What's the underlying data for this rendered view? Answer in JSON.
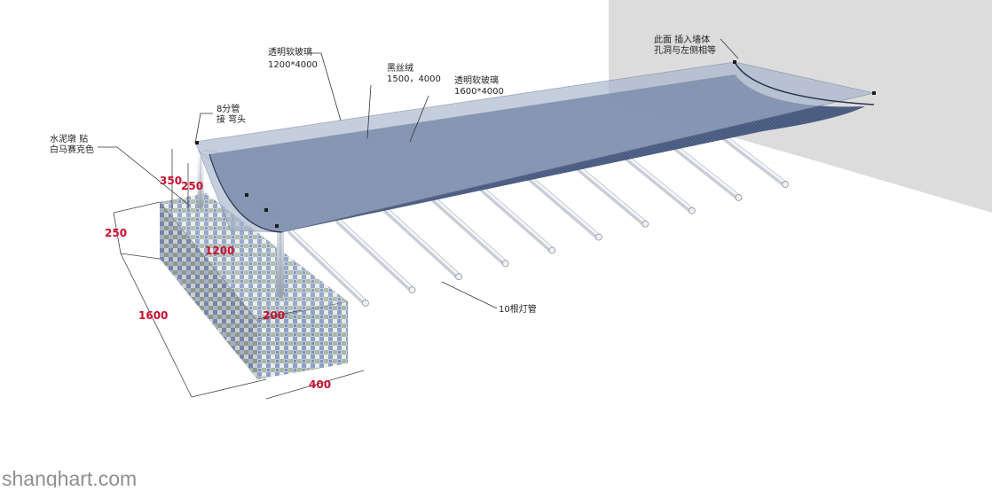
{
  "annotations": {
    "clear_film_1": [
      "透明软玻璃",
      "1200*4000"
    ],
    "black_velvet": [
      "黑丝绒",
      "1500，4000"
    ],
    "clear_film_2": [
      "透明软玻璃",
      "1600*4000"
    ],
    "wall_note": [
      "此面  插入墙体",
      "孔洞与左侧相等"
    ],
    "pipe_note": [
      "8分管",
      "接  弯头"
    ],
    "base_note": [
      "水泥墩   贴",
      "白马赛克色"
    ],
    "tubes_note": "10根灯管"
  },
  "dimensions": {
    "d350": "350",
    "d250_pipe": "250",
    "d250_base": "250",
    "d1200": "1200",
    "d1600": "1600",
    "d200": "200",
    "d400": "400"
  },
  "watermark": "shanghart.com",
  "colors": {
    "wall": "#dcdcdc",
    "film_top": "#a6b4cc",
    "film_mesh": "#3d4f75",
    "pipe": "#e4e8ec",
    "dimension_text": "#c8102e"
  },
  "light_tube_count": 10
}
